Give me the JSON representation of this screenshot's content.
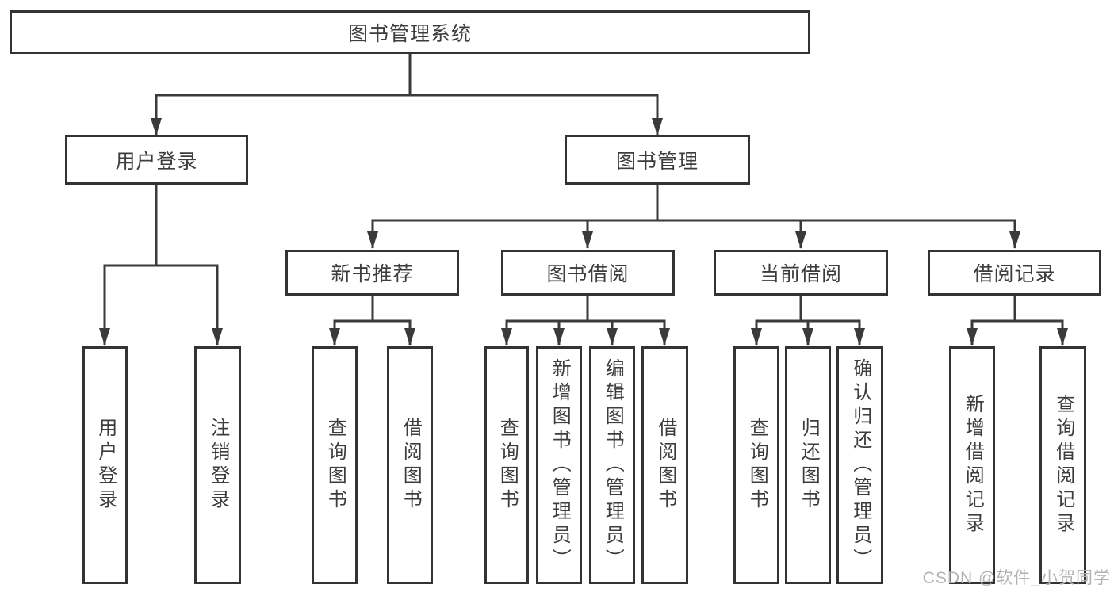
{
  "diagram": {
    "root": {
      "label": "图书管理系统"
    },
    "level2": [
      {
        "label": "用户登录",
        "children": [
          {
            "label": "用户登录"
          },
          {
            "label": "注销登录"
          }
        ]
      },
      {
        "label": "图书管理",
        "children": [
          {
            "label": "新书推荐",
            "children": [
              {
                "label": "查询图书"
              },
              {
                "label": "借阅图书"
              }
            ]
          },
          {
            "label": "图书借阅",
            "children": [
              {
                "label": "查询图书"
              },
              {
                "label": "新增图书（管理员）"
              },
              {
                "label": "编辑图书（管理员）"
              },
              {
                "label": "借阅图书"
              }
            ]
          },
          {
            "label": "当前借阅",
            "children": [
              {
                "label": "查询图书"
              },
              {
                "label": "归还图书"
              },
              {
                "label": "确认归还（管理员）"
              }
            ]
          },
          {
            "label": "借阅记录",
            "children": [
              {
                "label": "新增借阅记录"
              },
              {
                "label": "查询借阅记录"
              }
            ]
          }
        ]
      }
    ],
    "watermark": {
      "text": "CSDN @软件_小贺同学"
    },
    "colors": {
      "line": "#3a3a3a",
      "box_border": "#333333",
      "text": "#3d3d3d",
      "background": "#ffffff",
      "watermark": "#b3b3b3"
    }
  }
}
